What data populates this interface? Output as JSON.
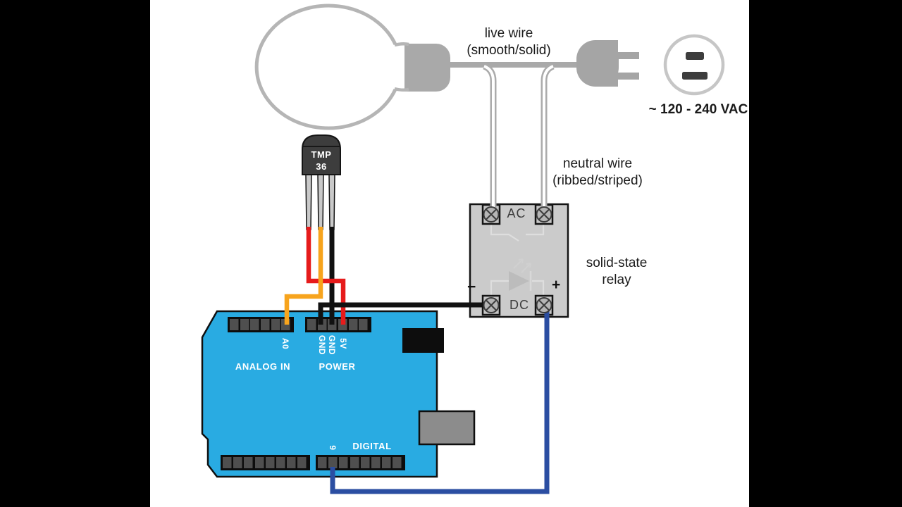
{
  "labels": {
    "live_wire": "live wire",
    "live_wire_type": "(smooth/solid)",
    "neutral_wire": "neutral wire",
    "neutral_wire_type": "(ribbed/striped)",
    "relay_line1": "solid-state",
    "relay_line2": "relay",
    "voltage": "~ 120 - 240 VAC"
  },
  "relay": {
    "ac": "AC",
    "dc": "DC",
    "minus": "−",
    "plus": "+"
  },
  "sensor": {
    "name_line1": "TMP",
    "name_line2": "36"
  },
  "arduino": {
    "analog_section": "ANALOG IN",
    "power_section": "POWER",
    "digital_section": "DIGITAL",
    "pins": {
      "a0": "A0",
      "gnd1": "GND",
      "gnd2": "GND",
      "v5": "5V",
      "d9": "9"
    }
  },
  "colors": {
    "board_blue": "#29abe2",
    "wire_red": "#e61b1b",
    "wire_orange": "#f7a41d",
    "wire_blue": "#2b4ea2",
    "wire_black": "#111111",
    "cord_gray": "#a9a9a9",
    "relay_body": "#cbcbcb",
    "frame_bg": "#000000"
  }
}
